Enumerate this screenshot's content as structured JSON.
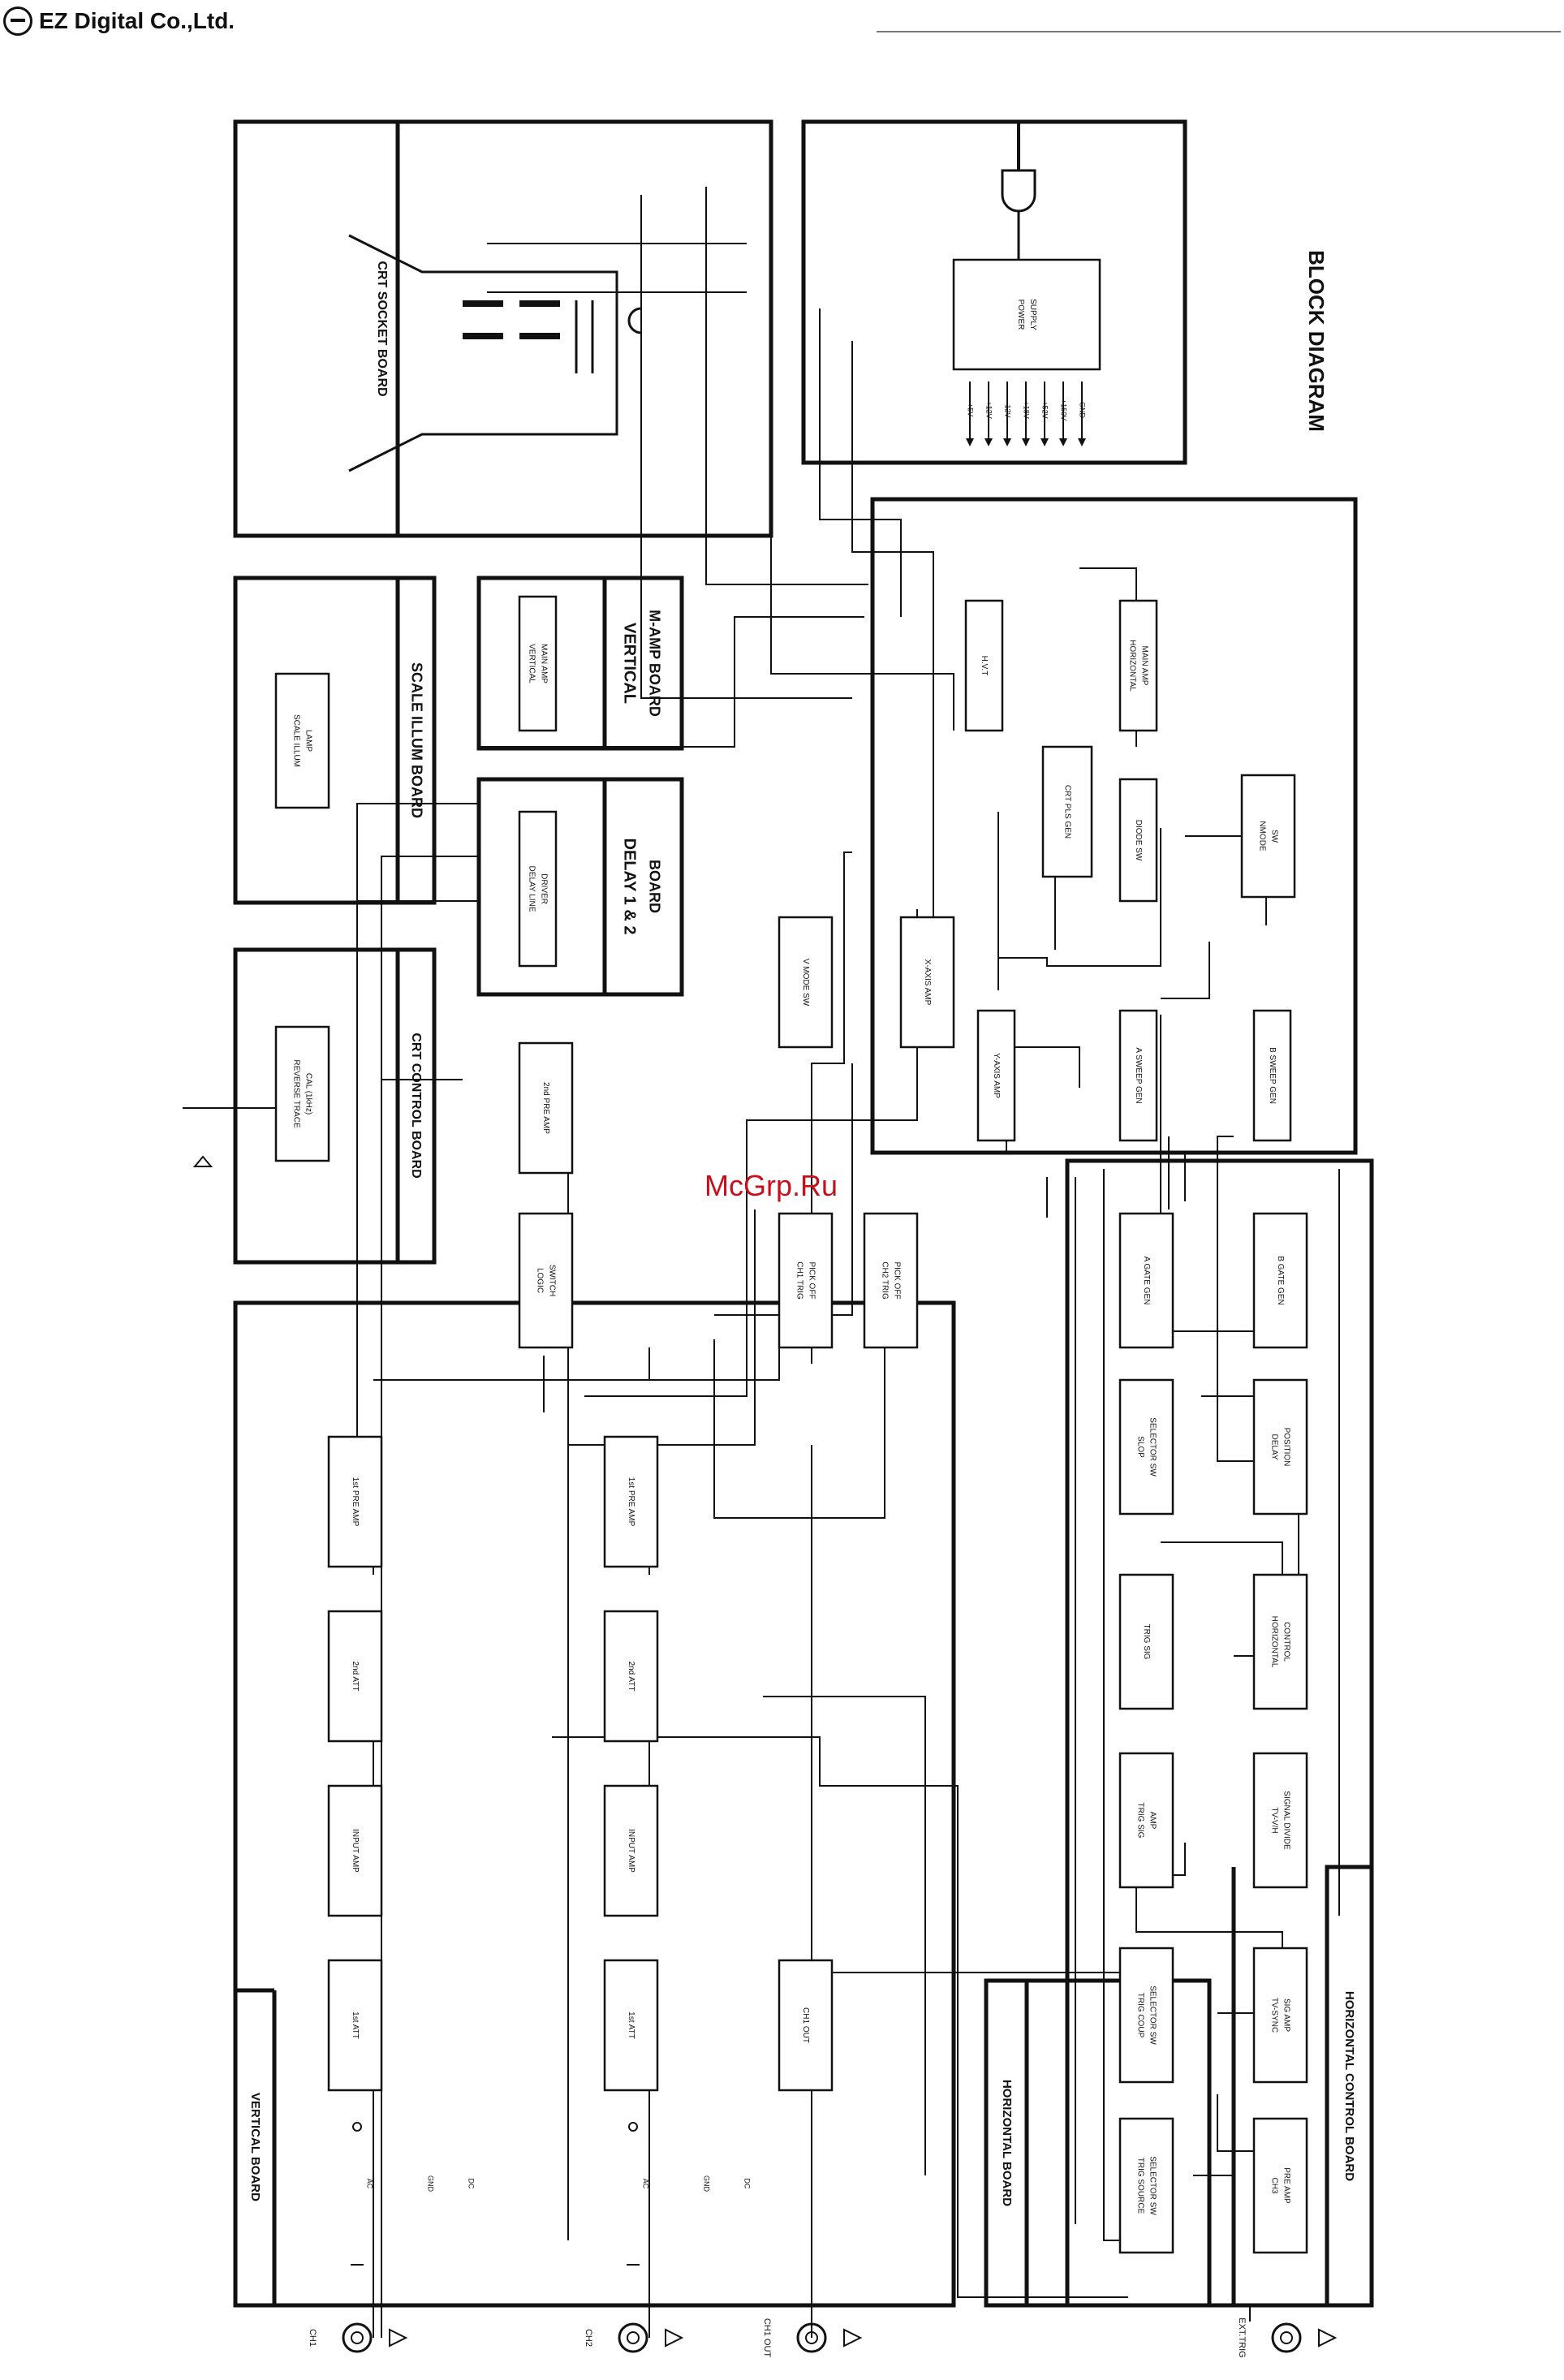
{
  "header": {
    "company": "EZ Digital Co.,Ltd."
  },
  "watermark": "McGrp.Ru",
  "diagram": {
    "title": "BLOCK DIAGRAM",
    "boards": {
      "crt_socket": "CRT SOCKET BOARD",
      "scale_illum": "SCALE ILLUM BOARD",
      "crt_control": "CRT CONTROL BOARD",
      "vertical_mamp": [
        "VERTICAL",
        "M-AMP BOARD"
      ],
      "delay": [
        "DELAY 1 & 2",
        "BOARD"
      ],
      "vertical": "VERTICAL BOARD",
      "horizontal": "HORIZONTAL BOARD",
      "horizontal_control": "HORIZONTAL CONTROL BOARD"
    },
    "blocks": {
      "power_supply": [
        "POWER",
        "SUPPLY"
      ],
      "scale_illum_lamp": [
        "SCALE ILLUM",
        "LAMP"
      ],
      "reverse_trace": [
        "REVERSE TRACE",
        "CAL (1kHz)"
      ],
      "delay_line": [
        "DELAY LINE",
        "DRIVER"
      ],
      "vertical_main_amp": [
        "VERTICAL",
        "MAIN AMP"
      ],
      "hvt": "H.V.T",
      "horizontal_main_amp": [
        "HORIZONTAL",
        "MAIN AMP"
      ],
      "crt_pls_gen": "CRT PLS GEN",
      "diode_sw": "DIODE SW",
      "x_axis_amp": "X-AXIS AMP",
      "y_axis_amp": "Y-AXIS AMP",
      "v_mode_sw": "V MODE SW",
      "nmode_sw": [
        "NMODE",
        "SW"
      ],
      "a_sweep_gen": "A SWEEP GEN",
      "b_sweep_gen": "B SWEEP GEN",
      "second_pre_amp": "2nd PRE AMP",
      "logic_switch": [
        "LOGIC",
        "SWITCH"
      ],
      "ch1_trig_pick_off": [
        "CH1 TRIG",
        "PICK OFF"
      ],
      "ch2_trig_pick_off": [
        "CH2 TRIG",
        "PICK OFF"
      ],
      "a_gate_gen": "A GATE GEN",
      "b_gate_gen": "B GATE GEN",
      "slop_selector": [
        "SLOP",
        "SELECTOR SW"
      ],
      "delay_position": [
        "DELAY",
        "POSITION"
      ],
      "first_pre_amp": "1st PRE AMP",
      "trig_sig": "TRIG SIG",
      "horizontal_control": [
        "HORIZONTAL",
        "CONTROL"
      ],
      "second_att": "2nd ATT",
      "trig_sig_amp": [
        "TRIG SIG",
        "AMP"
      ],
      "tv_vh_divide": [
        "TV-V/H",
        "SIGNAL DIVIDE"
      ],
      "input_amp": "INPUT AMP",
      "trig_coup_selector": [
        "TRIG COUP",
        "SELECTOR SW"
      ],
      "tv_sync_amp": [
        "TV-SYNC",
        "SIG AMP"
      ],
      "first_att": "1st ATT",
      "ch1_out": "CH1 OUT",
      "trig_source_selector": [
        "TRIG SOURCE",
        "SELECTOR SW"
      ],
      "ch3_pre_amp": [
        "CH3",
        "PRE AMP"
      ]
    },
    "supply_rails": [
      "+5V",
      "+12V",
      "-12V",
      "+18V",
      "+52V",
      "+150V",
      "GND"
    ],
    "coupling": {
      "ac": "AC",
      "gnd": "GND",
      "dc": "DC"
    },
    "inputs": {
      "ch1": "CH1",
      "ch2": "CH2",
      "ch1_out": "CH1 OUT",
      "ext_trig": "EXT.TRIG"
    }
  }
}
